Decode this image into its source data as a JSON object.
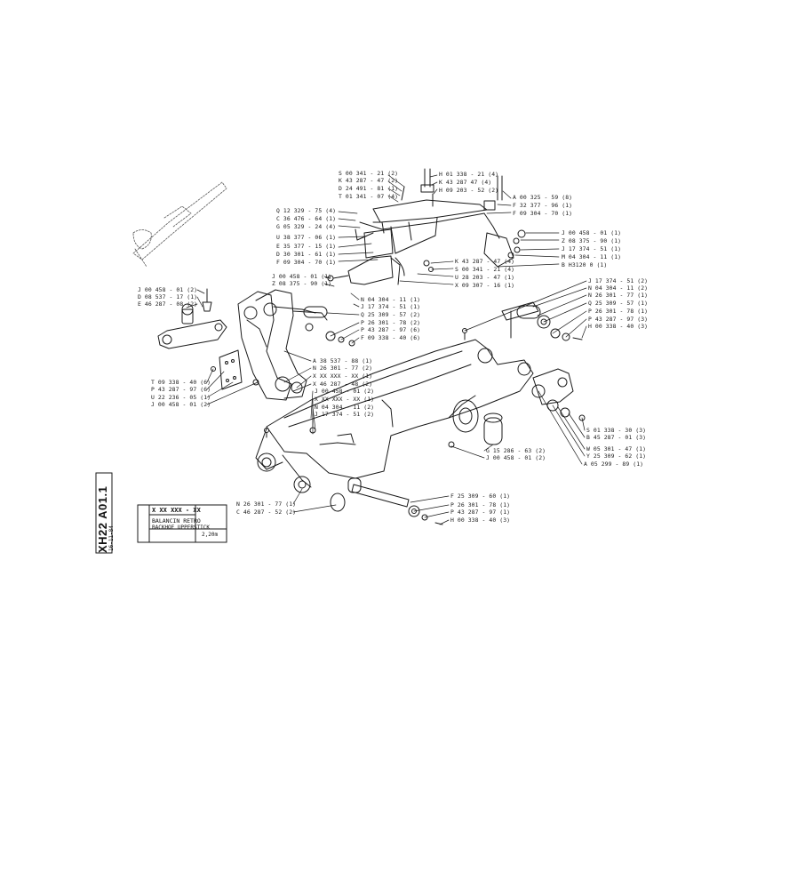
{
  "labels": {
    "s_00_341_21_2": "S 00 341 - 21 (2)",
    "k_43_287_47_2": "K 43 287 - 47 (2)",
    "d_24_491_81_1": "D 24 491 - 81 (1)",
    "t_01_341_07_4": "T 01 341 - 07 (4)",
    "h_01_338_21_4": "H 01 338 - 21 (4)",
    "k_43_287_47_4": "K 43 287 47 (4)",
    "h_09_203_52_2": "H 09 203 - 52 (2)",
    "a_00_325_59_8": "A 00 325 - 59 (8)",
    "f_32_377_96_1": "F 32 377 - 96 (1)",
    "f_09_304_70_1_top": "F 09 304 - 70 (1)",
    "q_12_329_75_4": "Q 12 329 - 75 (4)",
    "c_36_476_64_1": "C 36 476 - 64 (1)",
    "g_05_329_24_4": "G 05 329 - 24 (4)",
    "u_38_377_06_1": "U 38 377 - 06 (1)",
    "e_35_377_15_1": "E 35 377 - 15 (1)",
    "d_30_301_61_1": "D 30 301 - 61 (1)",
    "f_09_304_70_1_left": "F 09 304 - 70 (1)",
    "j_00_458_01_1_right": "J 00 458 - 01 (1)",
    "z_08_375_90_1_right": "Z 08 375 - 90 (1)",
    "j_17_374_51_1_right": "J 17 374 - 51 (1)",
    "m_04_304_11_1": "M 04 304 - 11 (1)",
    "b_h3120_0_1": "B H3120  0    (1)",
    "k_43_287_47_4_lower": "K 43 287 - 47 (4)",
    "s_00_341_21_4": "S 00 341 - 21 (4)",
    "u_28_203_47_1": "U 28 203 - 47 (1)",
    "x_09_307_16_1": "X 09 307 - 16 (1)",
    "j_00_458_01_1_mid": "J 00 458 - 01 (1)",
    "z_08_375_90_1_mid": "Z 08 375 - 90 (1)",
    "j_00_458_01_2_left": "J 00 458 - 01 (2)",
    "d_08_537_17_1": "D 08 537 - 17 (1)",
    "e_46_287_08_2": "E 46 287 - 08 (2)",
    "n_04_304_11_1_a": "N 04 304 - 11 (1)",
    "j_17_374_51_1_a": "J 17 374 - 51 (1)",
    "q_25_309_57_2": "Q 25 309 - 57 (2)",
    "p_26_301_78_2": "P 26 301 - 78 (2)",
    "p_43_287_97_6_mid": "P 43 287 - 97 (6)",
    "f_09_338_40_6": "F 09 338 - 40 (6)",
    "a_38_537_88_1": "A 38 537 - 88 (1)",
    "n_26_301_77_2_mid": "N 26 301 - 77 (2)",
    "x_xx_xxx_xx_1": "X XX XXX - XX (1)",
    "x_46_287_48_2": "X 46 287 - 48 (2)",
    "t_09_338_40_6": "T 09 338 - 40 (6)",
    "p_43_287_97_6_left": "P 43 287 - 97 (6)",
    "u_22_236_05_1": "U 22 236 - 05 (1)",
    "j_00_458_01_2_left2": "J 00 458 - 01 (2)",
    "j_17_374_51_2_r": "J 17 374 - 51 (2)",
    "n_04_304_11_2_r": "N 04 304 - 11 (2)",
    "n_26_301_77_1_r": "N 26 301 - 77 (1)",
    "q_25_309_57_1_r": "Q 25 309 - 57 (1)",
    "p_26_301_78_1_r": "P 26 301 - 78 (1)",
    "p_43_287_97_3_r": "P 43 287 - 97 (3)",
    "h_00_338_40_3_r": "H 00 338 - 40 (3)",
    "j_00_458_01_2_center": "J 00 458 - 01 (2)",
    "x_xx_xxx_xx_1_center": "X XX XXX - XX (1)",
    "n_04_304_11_2_center": "N 04 304 - 11 (2)",
    "j_17_374_51_2_center": "J 17 374 - 51 (2)",
    "s_01_338_30_3": "S 01 338 - 30 (3)",
    "b_45_287_01_3": "B 45 287 - 01 (3)",
    "w_05_301_47_1": "W 05 301 - 47 (1)",
    "y_25_309_62_1": "Y 25 309 - 62 (1)",
    "a_05_299_89_1": "A 05 299 - 89 (1)",
    "g_15_286_63_2": "G 15 286 - 63 (2)",
    "j_00_458_01_2_low": "J 00 458 - 01 (2)",
    "n_26_301_77_1_low": "N 26 301 - 77 (1)",
    "c_46_287_52_2": "C 46 287 - 52 (2)",
    "f_25_309_60_1": "F 25 309 - 60 (1)",
    "p_26_301_78_1_low": "P 26 301 - 78 (1)",
    "p_43_287_97_1_low": "P 43 287 - 97 (1)",
    "h_00_338_40_3_low": "H 00 338 - 40 (3)"
  },
  "title_block": {
    "part_no": "X  XX  XXX - XX",
    "title_es": "BALANCIN RETRO",
    "title_en": "BACKHOE  UPPERSTICK",
    "size": "2,20m",
    "sheet_code": "XH22  A01.1",
    "sheet_sub": "16-11-84"
  }
}
